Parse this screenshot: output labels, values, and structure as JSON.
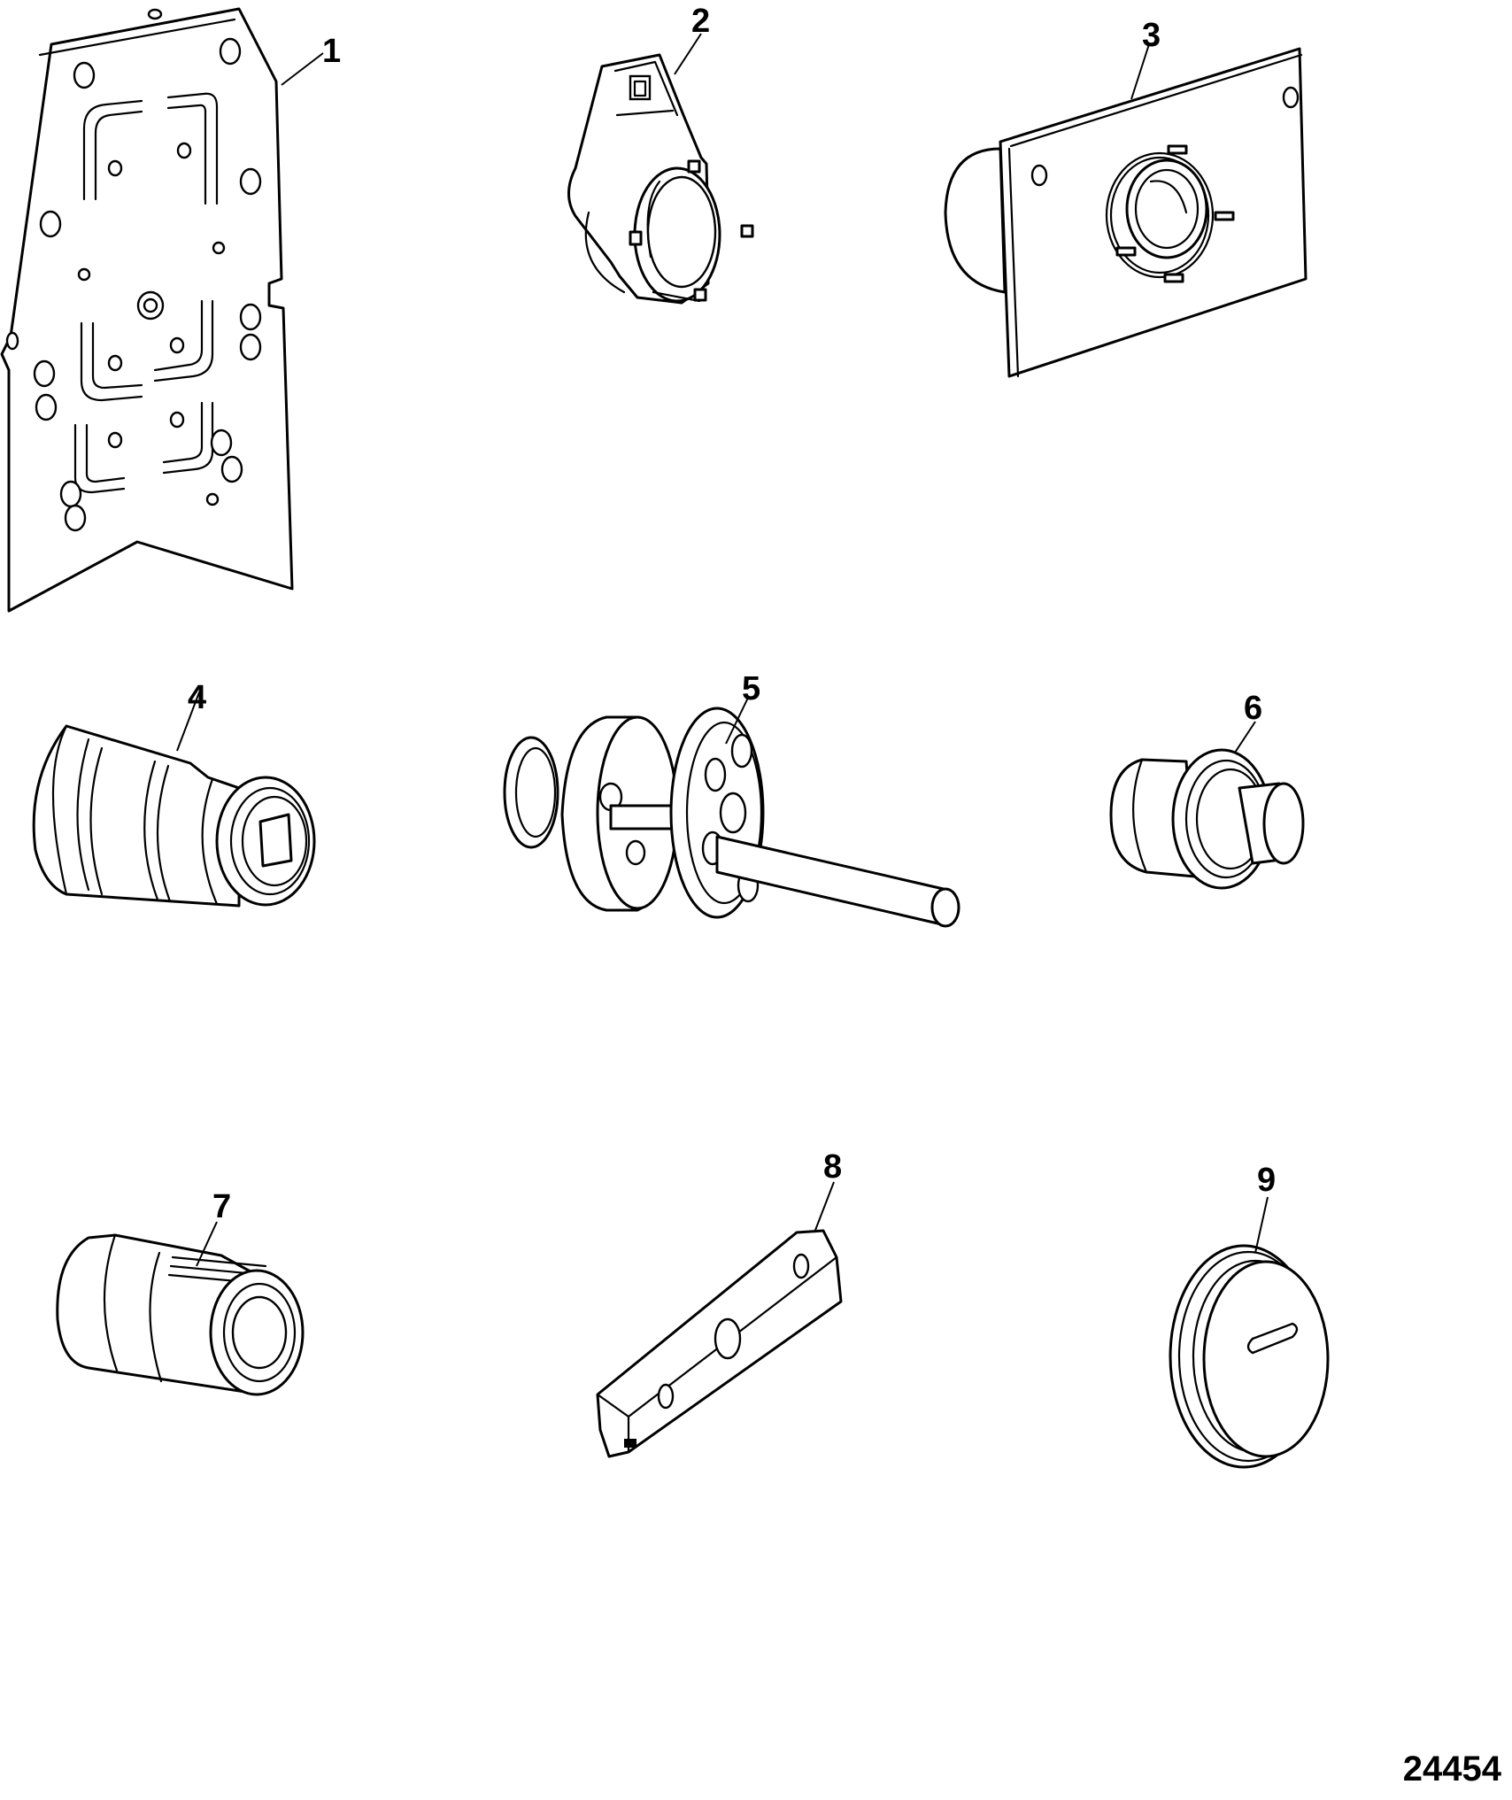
{
  "figure_number": "24454",
  "callouts": [
    {
      "number": "1",
      "icon": "mounting-plate"
    },
    {
      "number": "2",
      "icon": "spanner-wrench"
    },
    {
      "number": "3",
      "icon": "plate-with-driver"
    },
    {
      "number": "4",
      "icon": "bearing-driver"
    },
    {
      "number": "5",
      "icon": "puller-assembly"
    },
    {
      "number": "6",
      "icon": "seal-installer"
    },
    {
      "number": "7",
      "icon": "splined-driver"
    },
    {
      "number": "8",
      "icon": "holding-bar"
    },
    {
      "number": "9",
      "icon": "cap-plug"
    }
  ]
}
